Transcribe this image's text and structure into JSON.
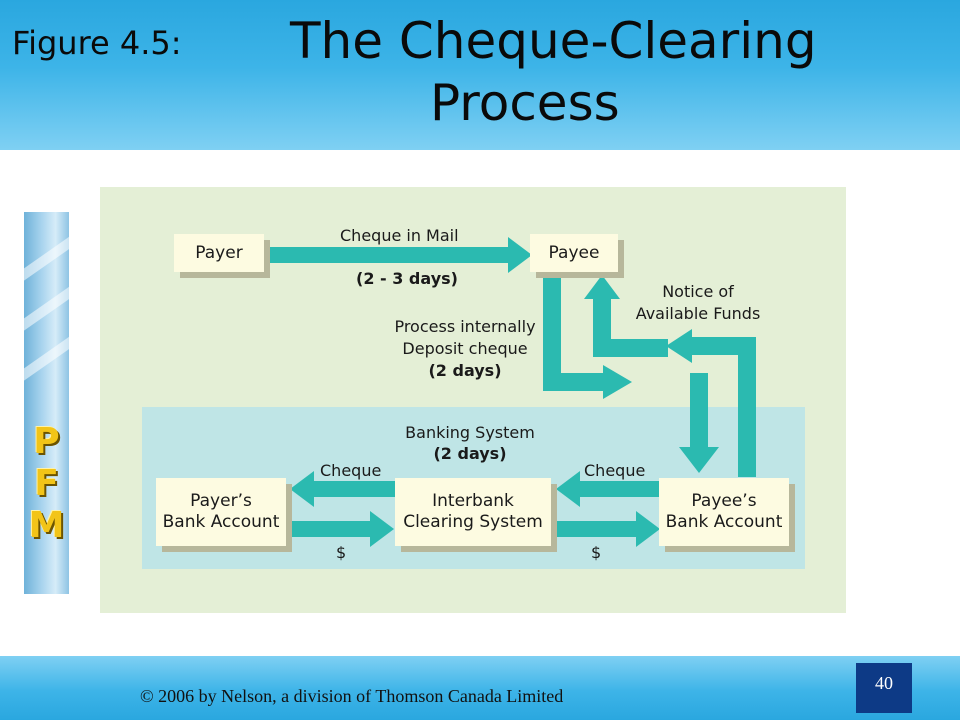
{
  "header": {
    "figure_label": "Figure 4.5:",
    "title_line1": "The Cheque-Clearing",
    "title_line2": "Process"
  },
  "logo": {
    "letters": [
      "P",
      "F",
      "M"
    ]
  },
  "diagram": {
    "nodes": {
      "payer": "Payer",
      "payee": "Payee",
      "payers_bank_line1": "Payer’s",
      "payers_bank_line2": "Bank Account",
      "interbank_line1": "Interbank",
      "interbank_line2": "Clearing System",
      "payees_bank_line1": "Payee’s",
      "payees_bank_line2": "Bank Account"
    },
    "labels": {
      "cheque_in_mail": "Cheque in Mail",
      "mail_days": "(2 - 3 days)",
      "process_internally": "Process internally",
      "deposit_cheque": "Deposit cheque",
      "deposit_days": "(2 days)",
      "notice_line1": "Notice of",
      "notice_line2": "Available Funds",
      "banking_system": "Banking System",
      "banking_days": "(2 days)",
      "cheque_left": "Cheque",
      "cheque_right": "Cheque",
      "dollar_left": "$",
      "dollar_right": "$"
    }
  },
  "footer": {
    "copyright": "© 2006 by Nelson, a division of Thomson Canada Limited",
    "page_number": "40"
  },
  "colors": {
    "header_blue": "#2aa7df",
    "arrow_teal": "#2bbab0",
    "diagram_bg": "#e4efd6",
    "bank_panel": "#bfe5e6",
    "box_fill": "#fdfbe1",
    "page_box": "#0d3a86"
  }
}
